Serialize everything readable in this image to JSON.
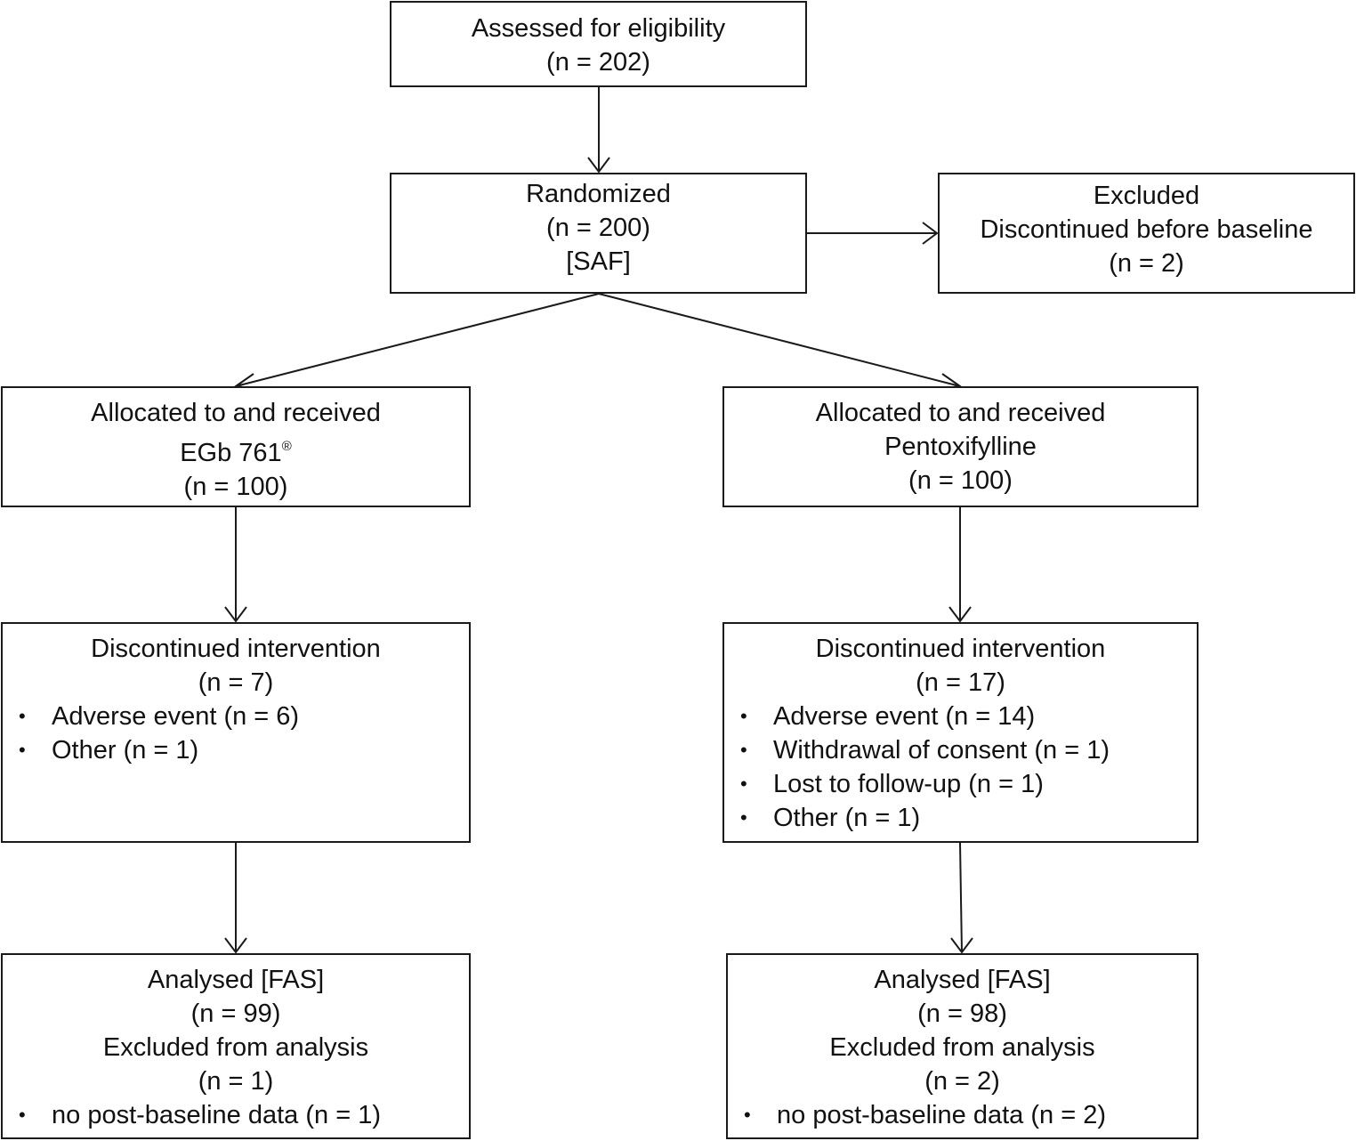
{
  "boxes": {
    "assessed": {
      "lines": [
        "Assessed for eligibility",
        "(n = 202)"
      ]
    },
    "randomized": {
      "lines": [
        "Randomized",
        "(n = 200)",
        "[SAF]"
      ]
    },
    "excluded": {
      "lines": [
        "Excluded",
        "Discontinued before baseline",
        "(n = 2)"
      ]
    },
    "allocated_egb": {
      "line1": "Allocated to and received",
      "drug": "EGb 761",
      "drug_mark": "®",
      "count": "(n = 100)"
    },
    "allocated_ptx": {
      "lines": [
        "Allocated to and received",
        "Pentoxifylline",
        "(n = 100)"
      ]
    },
    "discontinued_egb": {
      "lines": [
        "Discontinued intervention",
        "(n = 7)"
      ],
      "items": [
        "Adverse event (n = 6)",
        "Other (n = 1)"
      ]
    },
    "discontinued_ptx": {
      "lines": [
        "Discontinued intervention",
        "(n = 17)"
      ],
      "items": [
        "Adverse event (n = 14)",
        "Withdrawal of consent (n = 1)",
        "Lost to follow-up (n = 1)",
        "Other (n = 1)"
      ]
    },
    "analysed_egb": {
      "lines": [
        "Analysed [FAS]",
        "(n = 99)",
        "Excluded from analysis",
        "(n = 1)"
      ],
      "items": [
        "no post-baseline data (n = 1)"
      ]
    },
    "analysed_ptx": {
      "lines": [
        "Analysed [FAS]",
        "(n = 98)",
        "Excluded from analysis",
        "(n = 2)"
      ],
      "items": [
        "no post-baseline data (n = 2)"
      ]
    }
  },
  "bullet_glyph": "•",
  "colors": {
    "line": "#1a1a1a",
    "background": "#ffffff",
    "text": "#111111"
  }
}
